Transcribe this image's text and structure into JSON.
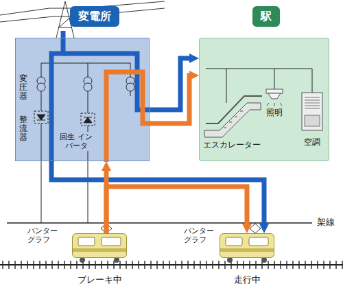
{
  "diagram": {
    "nodes": [
      {
        "text": [
          "変電所"
        ]
      },
      {
        "text": [
          "駅"
        ]
      },
      {
        "text": [
          "ブレーキ中"
        ]
      },
      {
        "text": [
          "走行中"
        ]
      }
    ],
    "edges": [
      {
        "from": 0,
        "to": 1,
        "arrow": "to"
      },
      {
        "from": 0,
        "to": 1,
        "arrow": "to"
      },
      {
        "from": 0,
        "to": 3,
        "arrow": "to"
      },
      {
        "from": 2,
        "to": 3,
        "arrow": "to"
      },
      {
        "from": 2,
        "to": 0,
        "arrow": "to"
      }
    ],
    "labels": [
      "変圧器",
      "整流器",
      "回生 インバータ",
      "エスカレーター",
      "照明",
      "空調",
      "パンター グラフ",
      "パンター グラフ",
      "架線"
    ]
  }
}
